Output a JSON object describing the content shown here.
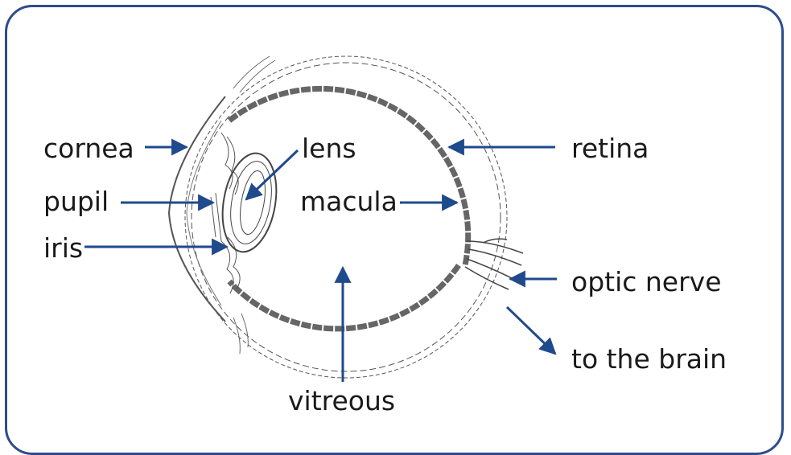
{
  "labels": {
    "cornea": "cornea",
    "pupil": "pupil",
    "iris": "iris",
    "lens": "lens",
    "macula": "macula",
    "retina": "retina",
    "optic_nerve": "optic nerve",
    "to_the_brain": "to the brain",
    "vitreous": "vitreous"
  },
  "colors": {
    "frame": "#2d4d8a",
    "arrow": "#1f4a8c",
    "drawing": "#444444"
  }
}
